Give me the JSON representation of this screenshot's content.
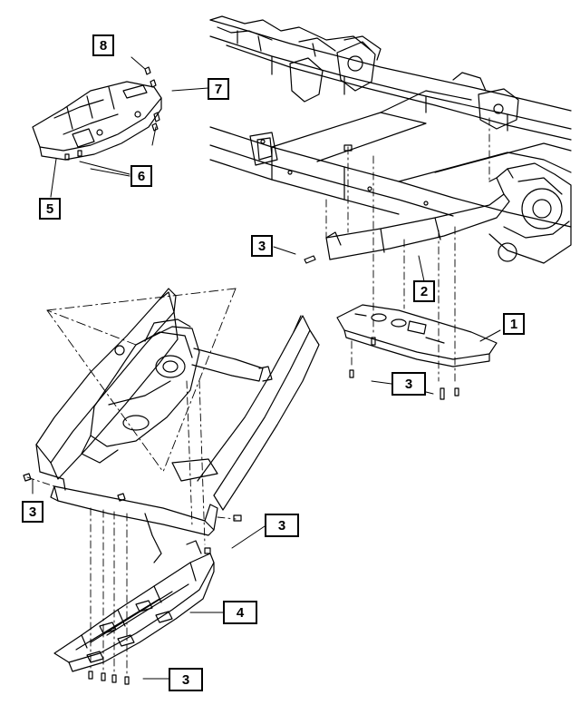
{
  "callouts": {
    "c1": "1",
    "c2": "2",
    "c3a": "3",
    "c3b": "3",
    "c3c": "3",
    "c3d": "3",
    "c3e": "3",
    "c4": "4",
    "c5": "5",
    "c6": "6",
    "c7": "7",
    "c8": "8"
  },
  "colors": {
    "line": "#000000",
    "background": "#ffffff"
  }
}
